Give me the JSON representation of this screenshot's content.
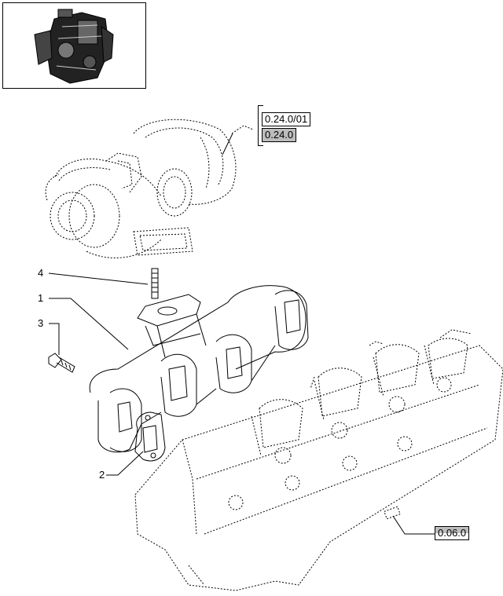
{
  "references": {
    "turbo_ref_1": "0.24.0/01",
    "turbo_ref_2": "0.24.0",
    "head_ref": "0.06.0"
  },
  "callouts": {
    "item_1": "1",
    "item_2": "2",
    "item_3": "3",
    "item_4": "4"
  },
  "icons": {
    "thumbnail": "engine-thumbnail-icon"
  }
}
